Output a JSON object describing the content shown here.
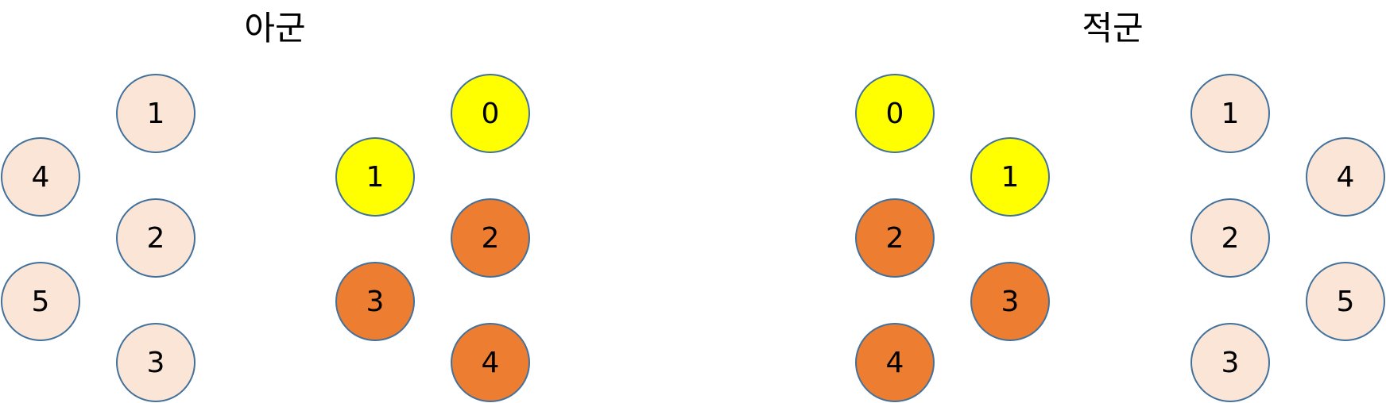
{
  "colors": {
    "idle": "#fbe5d6",
    "selected": "#ffff00",
    "engaged": "#ed7d31",
    "outline": "#41719c"
  },
  "sides": {
    "ally": {
      "title": "아군",
      "reserve": [
        {
          "label": "1",
          "state": "idle"
        },
        {
          "label": "4",
          "state": "idle"
        },
        {
          "label": "2",
          "state": "idle"
        },
        {
          "label": "5",
          "state": "idle"
        },
        {
          "label": "3",
          "state": "idle"
        }
      ],
      "deployed": [
        {
          "label": "0",
          "state": "selected"
        },
        {
          "label": "1",
          "state": "selected"
        },
        {
          "label": "2",
          "state": "engaged"
        },
        {
          "label": "3",
          "state": "engaged"
        },
        {
          "label": "4",
          "state": "engaged"
        }
      ]
    },
    "enemy": {
      "title": "적군",
      "deployed": [
        {
          "label": "0",
          "state": "selected"
        },
        {
          "label": "1",
          "state": "selected"
        },
        {
          "label": "2",
          "state": "engaged"
        },
        {
          "label": "3",
          "state": "engaged"
        },
        {
          "label": "4",
          "state": "engaged"
        }
      ],
      "reserve": [
        {
          "label": "1",
          "state": "idle"
        },
        {
          "label": "4",
          "state": "idle"
        },
        {
          "label": "2",
          "state": "idle"
        },
        {
          "label": "5",
          "state": "idle"
        },
        {
          "label": "3",
          "state": "idle"
        }
      ]
    }
  }
}
